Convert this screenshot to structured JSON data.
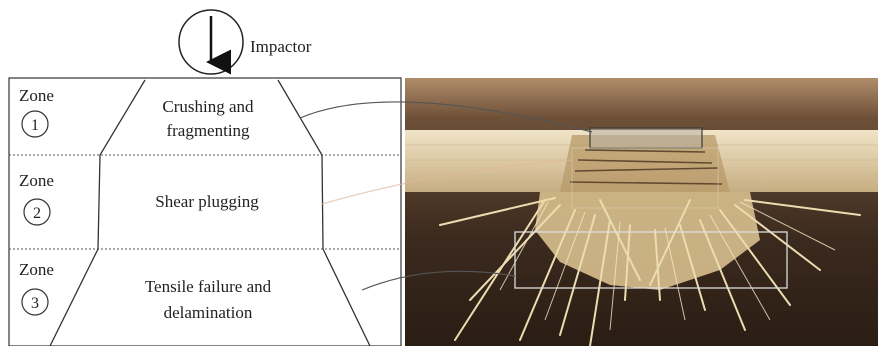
{
  "impactor": {
    "label": "Impactor"
  },
  "zones": [
    {
      "zone_word": "Zone",
      "number": "1",
      "description_lines": [
        "Crushing and",
        "fragmenting"
      ]
    },
    {
      "zone_word": "Zone",
      "number": "2",
      "description_lines": [
        "Shear plugging"
      ]
    },
    {
      "zone_word": "Zone",
      "number": "3",
      "description_lines": [
        "Tensile failure and",
        "delamination"
      ]
    }
  ],
  "colors": {
    "outline": "#333333",
    "leader_line": "#555555",
    "photo_background": "#3b2a1e",
    "wood_plate": "#dcc9a4",
    "fiber": "#e8d6a8",
    "roi_box": "#dddddd"
  }
}
